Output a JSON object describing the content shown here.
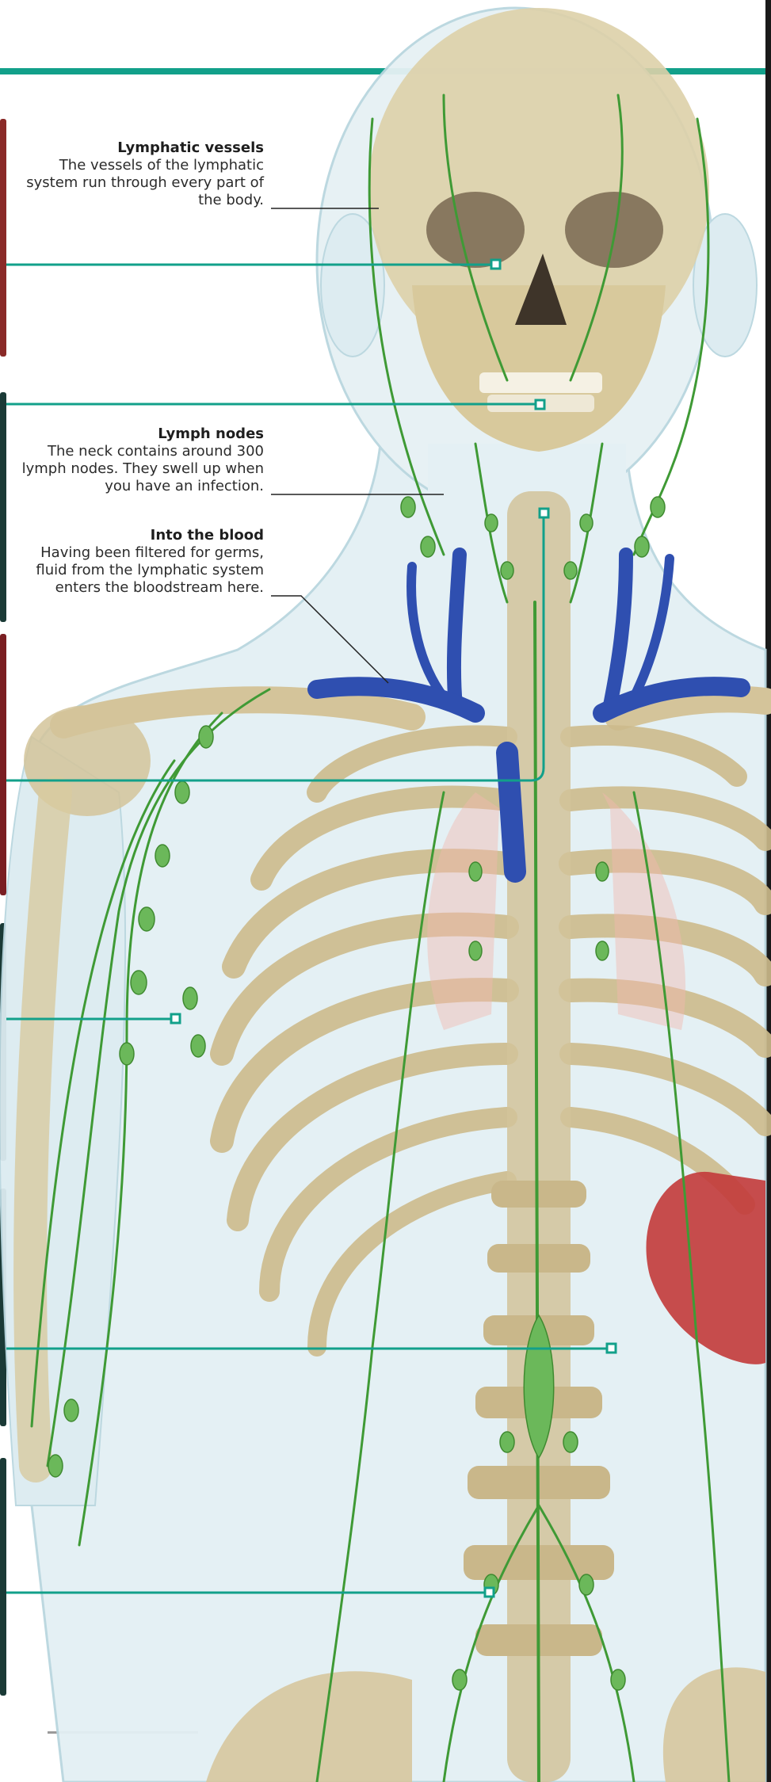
{
  "annotations": [
    {
      "id": "lymphatic-vessels",
      "title": "Lymphatic vessels",
      "text": "The vessels of the lymphatic system run through every part of the body."
    },
    {
      "id": "lymph-nodes",
      "title": "Lymph nodes",
      "text": "The neck contains around 300 lymph nodes. They swell up when you have an infection."
    },
    {
      "id": "into-the-blood",
      "title": "Into the blood",
      "text": "Having been filtered for germs, fluid from the lymphatic system enters the bloodstream here."
    }
  ],
  "colors": {
    "accent_teal": "#12a08a",
    "lymph_green": "#3f9a35",
    "node_green": "#6bb85a",
    "vein_blue": "#2f4fb0",
    "bone": "#d9c9a0",
    "skin_glass": "#dfeef3",
    "lung_pink": "#f2b9b0",
    "spleen_red": "#c23a3a",
    "leader_line": "#222222"
  },
  "icons": [
    "skull-illustration",
    "rib-cage-illustration",
    "spine-illustration",
    "lymph-node-marker",
    "callout-marker"
  ]
}
